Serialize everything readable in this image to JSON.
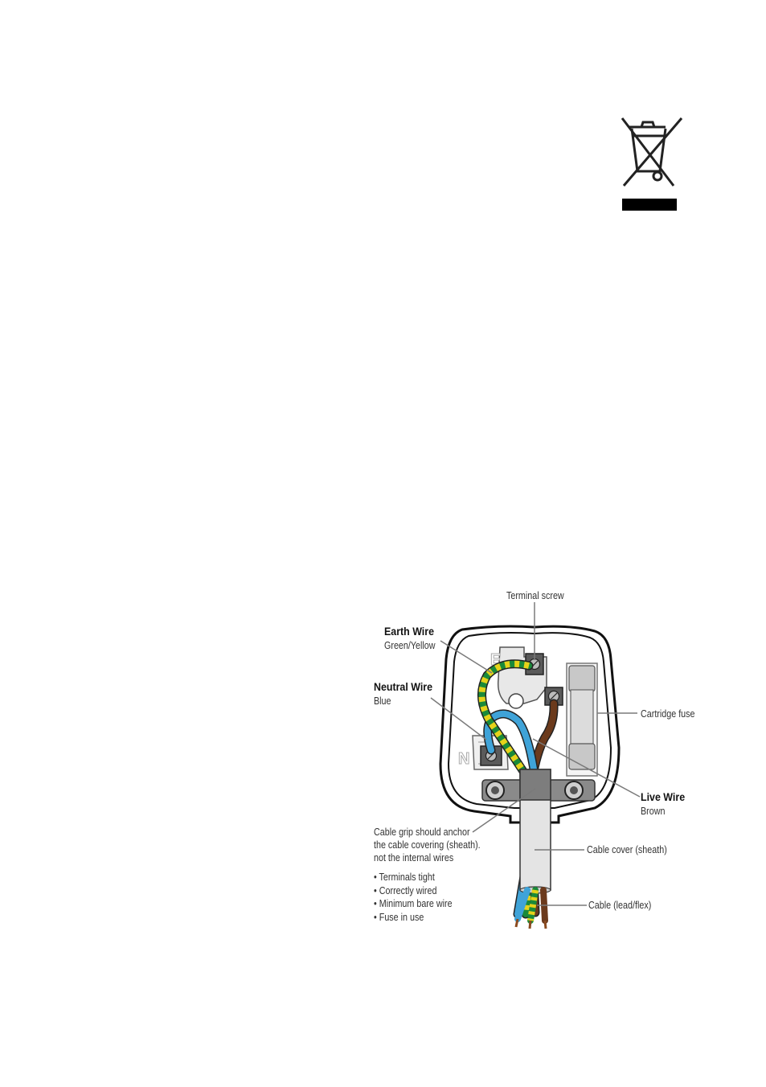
{
  "weee_logo": {
    "icon": "crossed-out-wheelie-bin-icon",
    "bar_color": "#000000"
  },
  "plug_diagram": {
    "terminal_letters": {
      "earth": "E",
      "neutral": "N"
    },
    "labels": {
      "terminal_screw": "Terminal screw",
      "earth_wire_title": "Earth Wire",
      "earth_wire_color": "Green/Yellow",
      "neutral_wire_title": "Neutral Wire",
      "neutral_wire_color": "Blue",
      "cartridge_fuse": "Cartridge fuse",
      "live_wire_title": "Live Wire",
      "live_wire_color": "Brown",
      "cable_grip_note": "Cable grip should anchor\nthe cable covering (sheath).\nnot the internal wires",
      "cable_cover": "Cable cover (sheath)",
      "cable_lead": "Cable (lead/flex)"
    },
    "checklist": [
      "Terminals tight",
      "Correctly wired",
      "Minimum bare wire",
      "Fuse in use"
    ],
    "colors": {
      "earth_green": "#1a8a3a",
      "earth_yellow": "#e6d21a",
      "neutral_blue": "#3fa3d8",
      "live_brown": "#6b3a1c",
      "sheath_grey": "#e0e0e0",
      "leader_line": "#7a7a7a"
    }
  }
}
